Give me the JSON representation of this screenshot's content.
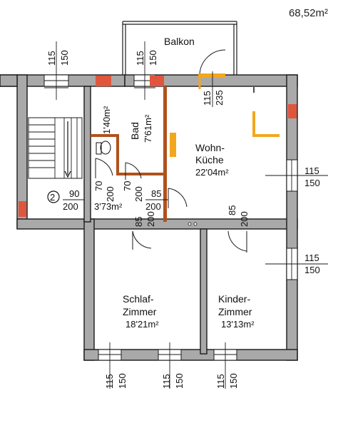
{
  "total_area": "68,52m²",
  "rooms": {
    "balkon": "Balkon",
    "bad": "Bad",
    "bad_area": "7'61m²",
    "bad_dim": "1'40m²",
    "wohn_1": "Wohn-",
    "wohn_2": "Küche",
    "wohn_area": "22'04m²",
    "flur_area": "3'73m²",
    "schlaf_1": "Schlaf-",
    "schlaf_2": "Zimmer",
    "schlaf_area": "18'21m²",
    "kinder_1": "Kinder-",
    "kinder_2": "Zimmer",
    "kinder_area": "13'13m²",
    "stair_no": "2"
  },
  "dims": {
    "w115": "115",
    "w150": "150",
    "w235": "235",
    "d90": "90",
    "d200": "200",
    "d70": "70",
    "d85": "85"
  },
  "colors": {
    "wall": "#a9a9a9",
    "accent_orange": "#f2a71d",
    "accent_red": "#e0563d",
    "partition_brown": "#b0521c"
  }
}
